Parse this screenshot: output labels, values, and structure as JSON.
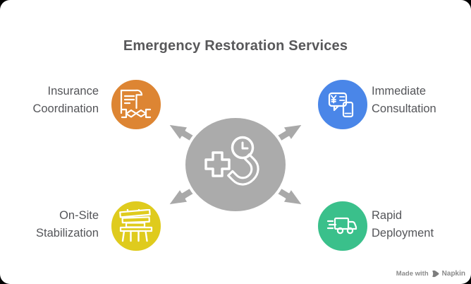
{
  "title": {
    "text": "Emergency Restoration Services",
    "color": "#58585a"
  },
  "center": {
    "icon": "emergency-call-icon",
    "circle_color": "#ababab",
    "arrow_color": "#a9a9a9"
  },
  "nodes": [
    {
      "id": "insurance-coordination",
      "label": "Insurance\nCoordination",
      "color": "#dd8533",
      "icon": "contract-handshake-icon"
    },
    {
      "id": "immediate-consultation",
      "label": "Immediate\nConsultation",
      "color": "#4a86e8",
      "icon": "chat-payment-phone-icon"
    },
    {
      "id": "on-site-stabilization",
      "label": "On-Site\nStabilization",
      "color": "#dfcb1d",
      "icon": "stacked-planks-icon"
    },
    {
      "id": "rapid-deployment",
      "label": "Rapid\nDeployment",
      "color": "#3ac08b",
      "icon": "delivery-truck-icon"
    }
  ],
  "watermark": {
    "made_with": "Made with",
    "brand": "Napkin",
    "color": "#8a8a8a"
  }
}
